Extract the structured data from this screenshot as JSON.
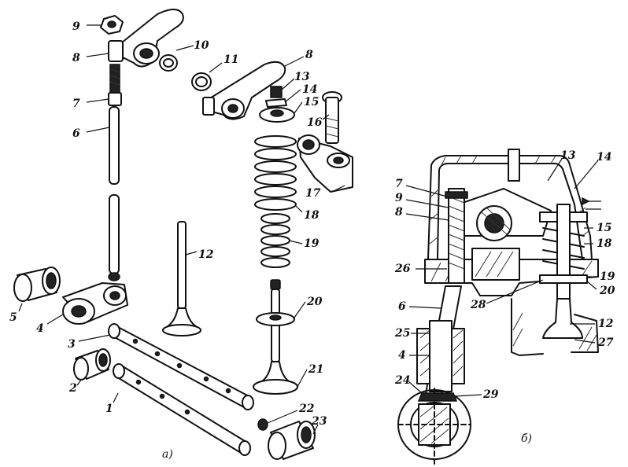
{
  "figure": {
    "labels_a": [
      "9",
      "8",
      "10",
      "11",
      "8",
      "13",
      "14",
      "15",
      "16",
      "7",
      "6",
      "17",
      "18",
      "19",
      "12",
      "20",
      "5",
      "4",
      "3",
      "21",
      "2",
      "1",
      "22",
      "23"
    ],
    "labels_b": [
      "13",
      "14",
      "7",
      "9",
      "8",
      "15",
      "18",
      "26",
      "19",
      "20",
      "28",
      "6",
      "25",
      "12",
      "27",
      "4",
      "24",
      "29"
    ],
    "caption_a": "а)",
    "caption_b": "б)"
  }
}
